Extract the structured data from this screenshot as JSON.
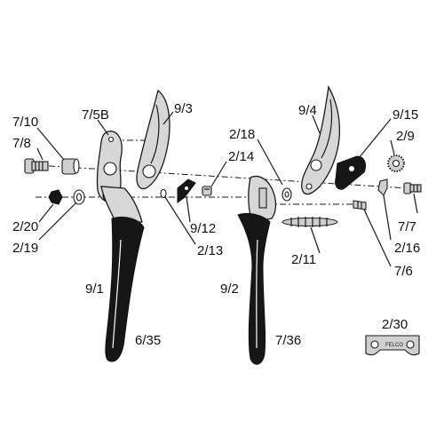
{
  "diagram": {
    "labels": {
      "l_7_10": "7/10",
      "l_7_8": "7/8",
      "l_7_5B": "7/5B",
      "l_9_3": "9/3",
      "l_9_4": "9/4",
      "l_9_15": "9/15",
      "l_2_18": "2/18",
      "l_2_9": "2/9",
      "l_2_14": "2/14",
      "l_2_20": "2/20",
      "l_2_19": "2/19",
      "l_9_12": "9/12",
      "l_2_13": "2/13",
      "l_7_7": "7/7",
      "l_2_16": "2/16",
      "l_7_6": "7/6",
      "l_2_11": "2/11",
      "l_9_1": "9/1",
      "l_9_2": "9/2",
      "l_6_35": "6/35",
      "l_7_36": "7/36",
      "l_2_30": "2/30"
    },
    "colors": {
      "ink": "#1a1a1a",
      "metal": "#d7d7d7",
      "handle": "#161616"
    }
  }
}
